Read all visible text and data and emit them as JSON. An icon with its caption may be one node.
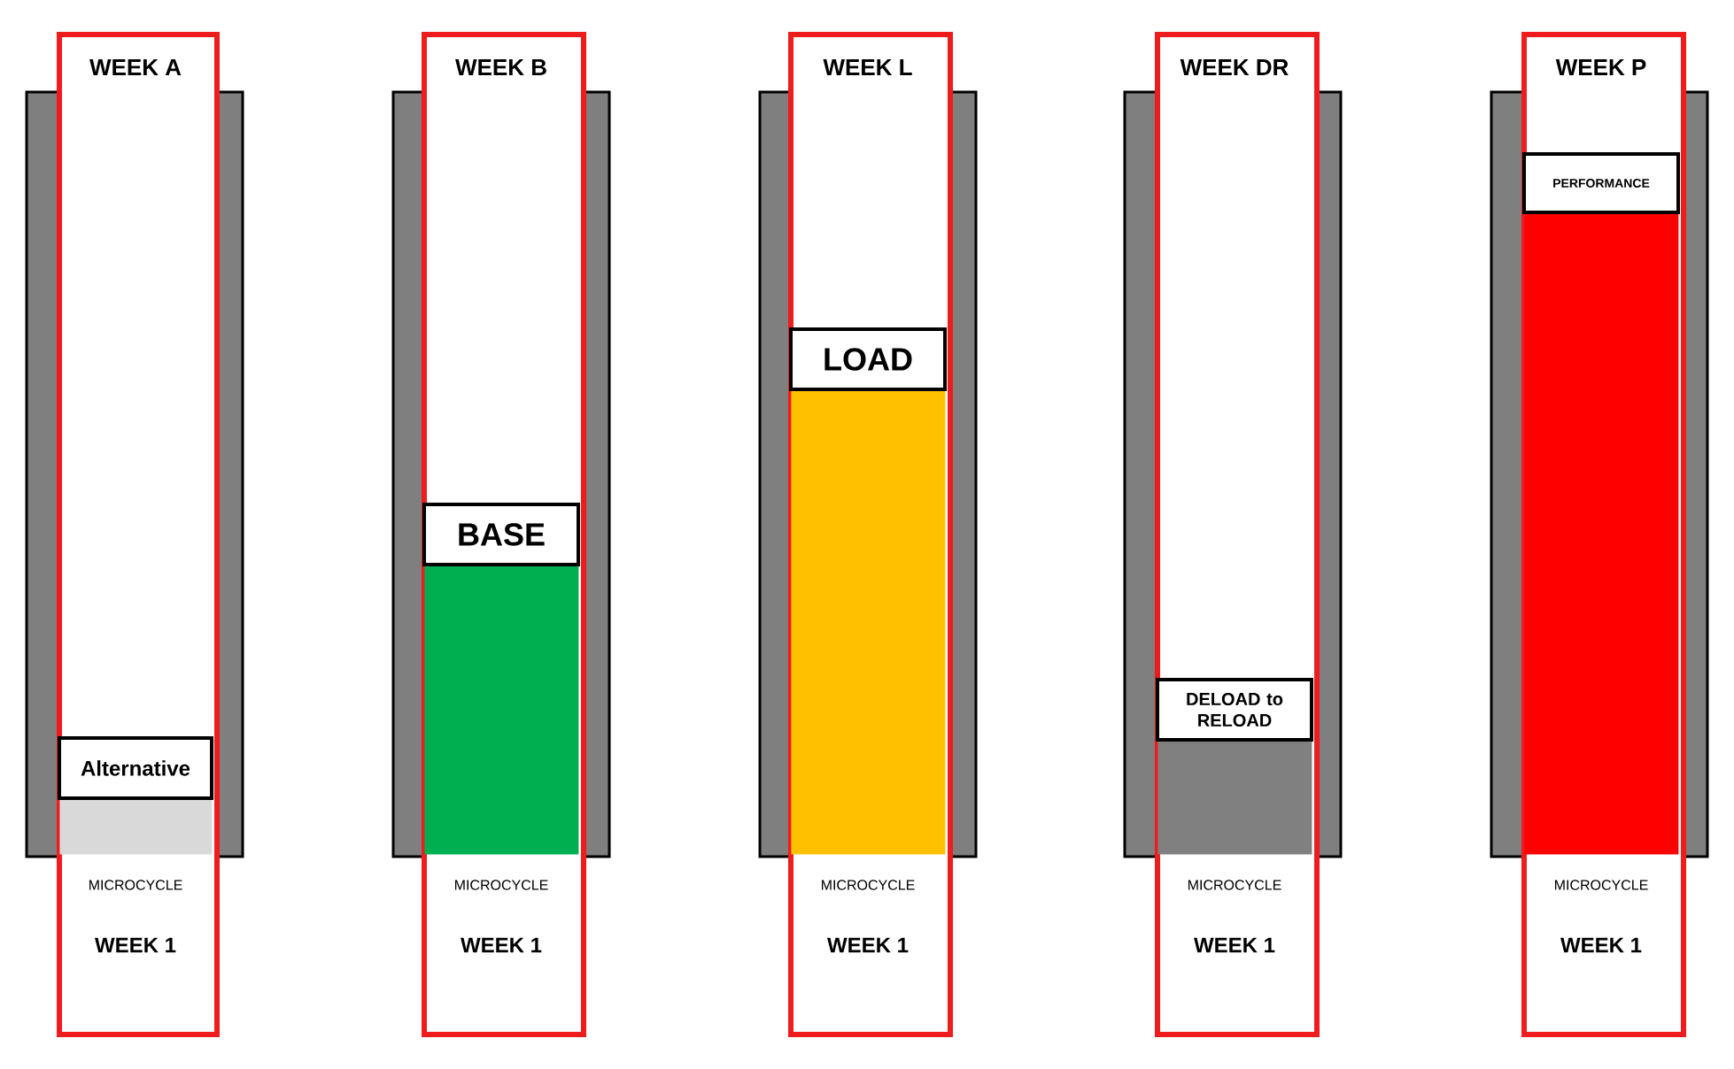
{
  "diagram": {
    "nodes": [
      {
        "text": [
          "WEEK A",
          "MICROCYCLE",
          "WEEK 1"
        ]
      },
      {
        "text": [
          "Alternative"
        ],
        "in": 0
      },
      {
        "text": [],
        "shape": "bar",
        "in": 0
      },
      {
        "text": [
          "WEEK B",
          "MICROCYCLE",
          "WEEK 1"
        ]
      },
      {
        "text": [
          "BASE"
        ],
        "in": 3
      },
      {
        "text": [],
        "shape": "bar",
        "in": 3
      },
      {
        "text": [
          "WEEK L",
          "MICROCYCLE",
          "WEEK 1"
        ]
      },
      {
        "text": [
          "LOAD"
        ],
        "in": 6
      },
      {
        "text": [],
        "shape": "bar",
        "in": 6
      },
      {
        "text": [
          "WEEK DR",
          "MICROCYCLE",
          "WEEK 1"
        ]
      },
      {
        "text": [
          "DELOAD to RELOAD"
        ],
        "in": 9
      },
      {
        "text": [],
        "shape": "bar",
        "in": 9
      },
      {
        "text": [
          "WEEK P",
          "MICROCYCLE",
          "WEEK 1"
        ]
      },
      {
        "text": [
          "PERFORMANCE"
        ],
        "in": 12
      },
      {
        "text": [],
        "shape": "bar",
        "in": 12
      }
    ]
  }
}
